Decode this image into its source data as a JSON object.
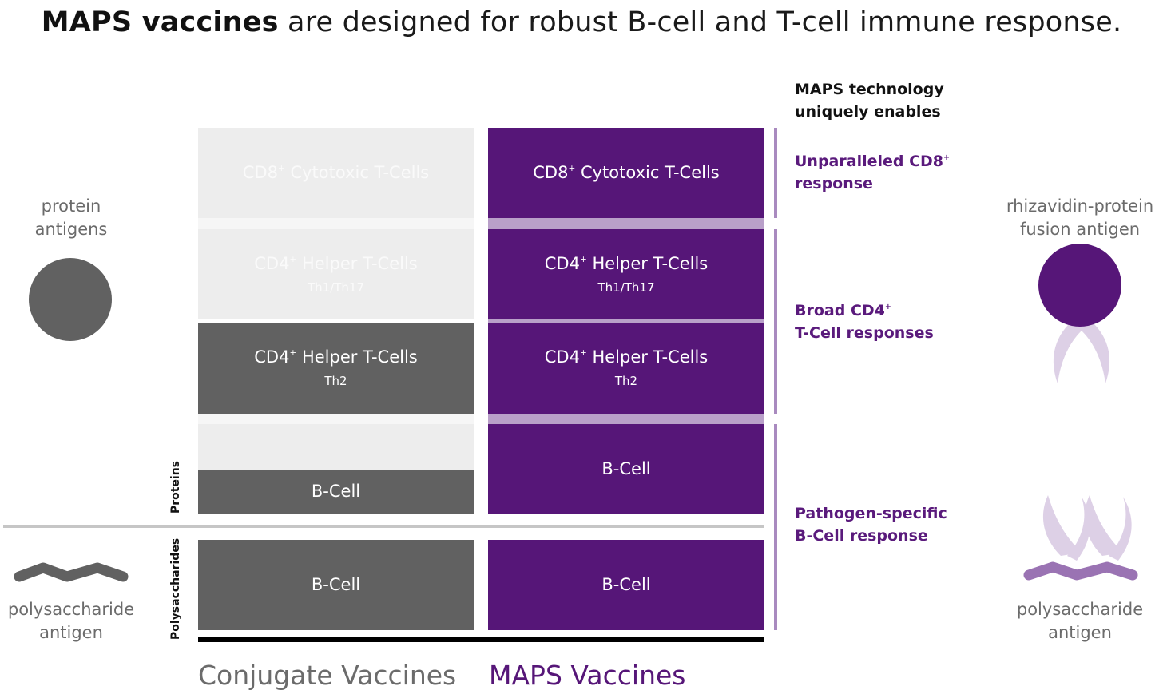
{
  "title": {
    "bold": "MAPS vaccines",
    "rest": " are designed for robust B-cell and T-cell immune response."
  },
  "right_panel": {
    "heading_line1": "MAPS technology",
    "heading_line2": "uniquely enables",
    "benefit1_line1": "Unparalleled CD8",
    "benefit1_sup": "+",
    "benefit1_line2": "response",
    "benefit2_line1": "Broad CD4",
    "benefit2_sup": "+",
    "benefit2_line2": "T-Cell responses",
    "benefit3_line1": "Pathogen-specific",
    "benefit3_line2": "B-Cell response"
  },
  "left_side": {
    "protein_line1": "protein",
    "protein_line2": "antigens",
    "poly_line1": "polysaccharide",
    "poly_line2": "antigen"
  },
  "right_side": {
    "fusion_line1": "rhizavidin-protein",
    "fusion_line2": "fusion antigen",
    "poly_line1": "polysaccharide",
    "poly_line2": "antigen"
  },
  "row_labels": {
    "proteins": "Proteins",
    "polysaccharides": "Polysaccharides"
  },
  "cells": {
    "cd8_prefix": "CD8",
    "cd8_sup": "+",
    "cd8_rest": " Cytotoxic T-Cells",
    "cd4_prefix": "CD4",
    "cd4_sup": "+",
    "cd4_rest": " Helper T-Cells",
    "th1": "Th1/Th17",
    "th2": "Th2",
    "bcell": "B-Cell"
  },
  "columns": {
    "conjugate": "Conjugate Vaccines",
    "maps": "MAPS Vaccines"
  },
  "colors": {
    "purple": "#561678",
    "dark_gray": "#616161",
    "light_gray": "#ededed",
    "light_purple": "#b9a0c9",
    "pale_purple": "#ddd0e6"
  }
}
